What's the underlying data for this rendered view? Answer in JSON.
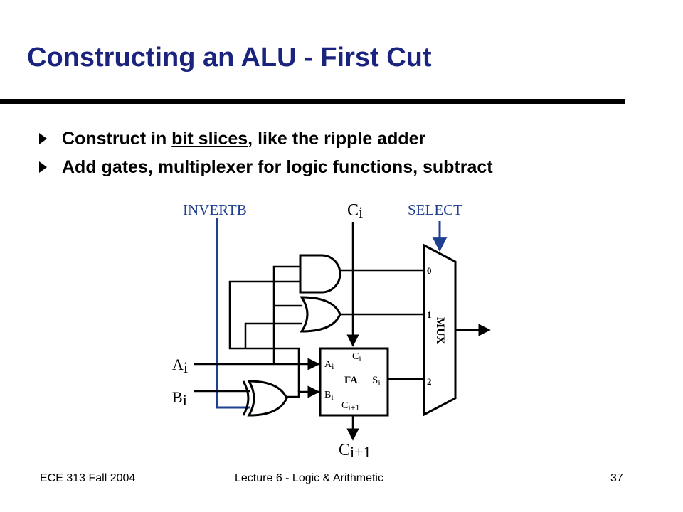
{
  "slide": {
    "title": "Constructing an ALU - First Cut",
    "bullets": [
      {
        "pre": "Construct in ",
        "underlined": "bit slices",
        "post": ", like the ripple adder"
      },
      {
        "pre": "Add gates, multiplexer for logic functions, subtract",
        "underlined": "",
        "post": ""
      }
    ]
  },
  "diagram": {
    "signals": {
      "invertb": "INVERTB",
      "ci_base": "C",
      "ci_sub": "i",
      "select": "SELECT",
      "ai_base": "A",
      "ai_sub": "i",
      "bi_base": "B",
      "bi_sub": "i",
      "cout_base": "C",
      "cout_sub": "i+1"
    },
    "full_adder": {
      "name": "FA",
      "ai_base": "A",
      "ai_sub": "i",
      "bi_base": "B",
      "bi_sub": "i",
      "ci_base": "C",
      "ci_sub": "i",
      "si_base": "S",
      "si_sub": "i",
      "co_base": "C",
      "co_sub": "i+1"
    },
    "mux": {
      "label": "MUX",
      "inputs": [
        "0",
        "1",
        "2"
      ]
    },
    "colors": {
      "signal_label": "#1f3f8f",
      "invertb_wire": "#1f3f8f",
      "wires": "#000000"
    }
  },
  "footer": {
    "left": "ECE 313 Fall 2004",
    "center": "Lecture 6 - Logic & Arithmetic",
    "right": "37"
  }
}
